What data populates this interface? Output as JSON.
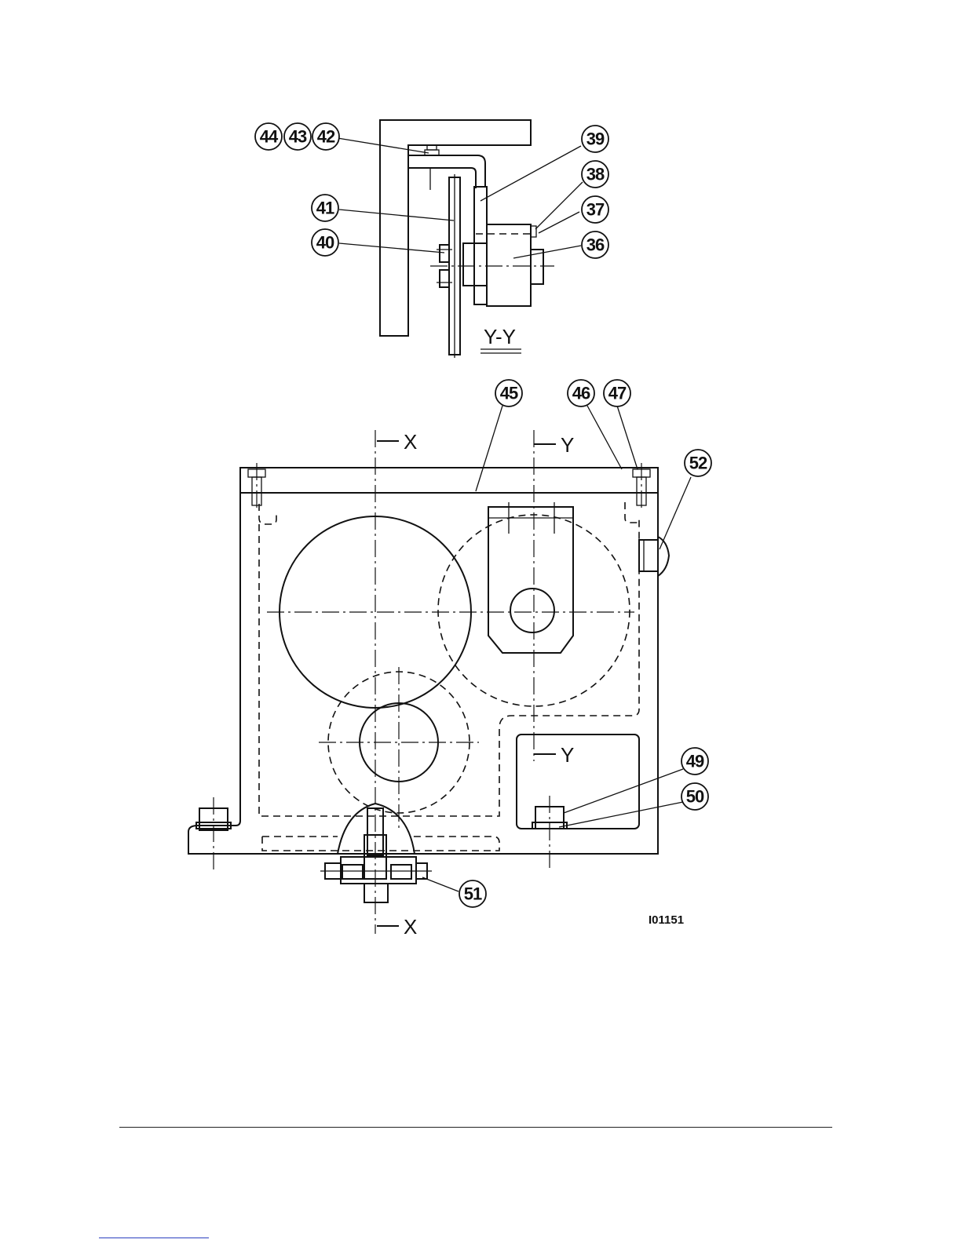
{
  "section_view_label": "Y-Y",
  "cut_labels": {
    "x_top": "X",
    "x_bottom": "X",
    "y_top": "Y",
    "y_bottom": "Y"
  },
  "drawing_code": "I01151",
  "callouts": {
    "c44": "44",
    "c43": "43",
    "c42": "42",
    "c39": "39",
    "c38": "38",
    "c37": "37",
    "c41": "41",
    "c40": "40",
    "c36": "36",
    "c45": "45",
    "c46": "46",
    "c47": "47",
    "c52": "52",
    "c49": "49",
    "c50": "50",
    "c51": "51"
  }
}
